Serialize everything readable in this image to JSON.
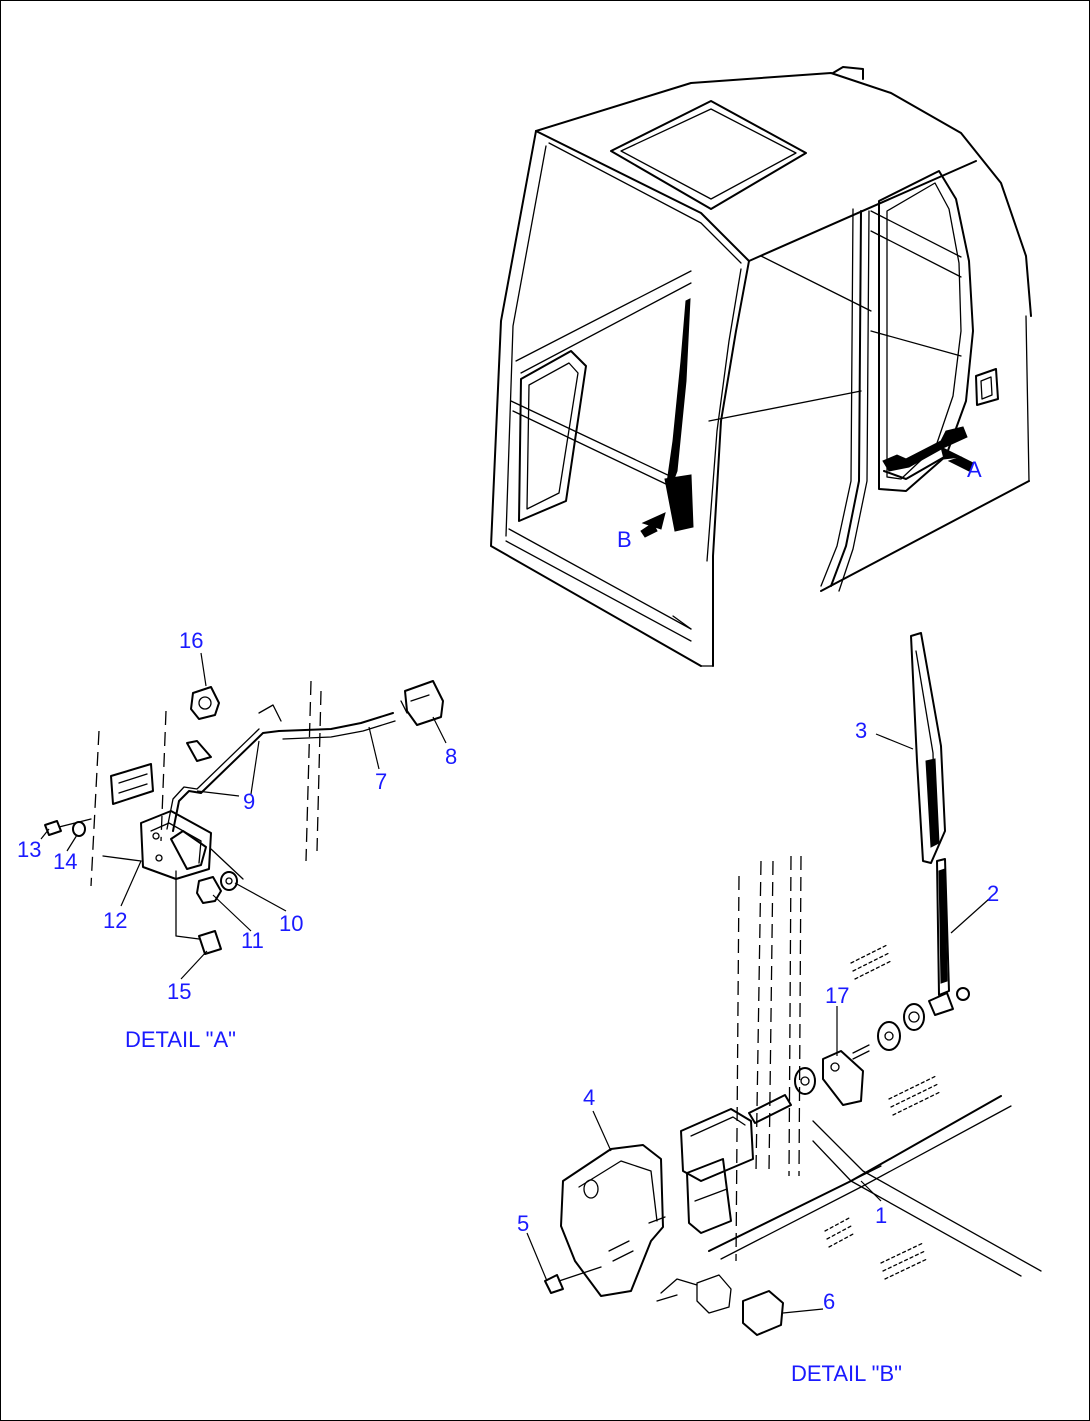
{
  "colors": {
    "label": "#1a1aff",
    "line": "#000000",
    "background": "#ffffff"
  },
  "view_markers": {
    "a": "A",
    "b": "B"
  },
  "details": {
    "a": {
      "caption": "DETAIL \"A\""
    },
    "b": {
      "caption": "DETAIL \"B\""
    }
  },
  "callouts": {
    "c1": "1",
    "c2": "2",
    "c3": "3",
    "c4": "4",
    "c5": "5",
    "c6": "6",
    "c7": "7",
    "c8": "8",
    "c9": "9",
    "c10": "10",
    "c11": "11",
    "c12": "12",
    "c13": "13",
    "c14": "14",
    "c15": "15",
    "c16": "16",
    "c17": "17"
  }
}
